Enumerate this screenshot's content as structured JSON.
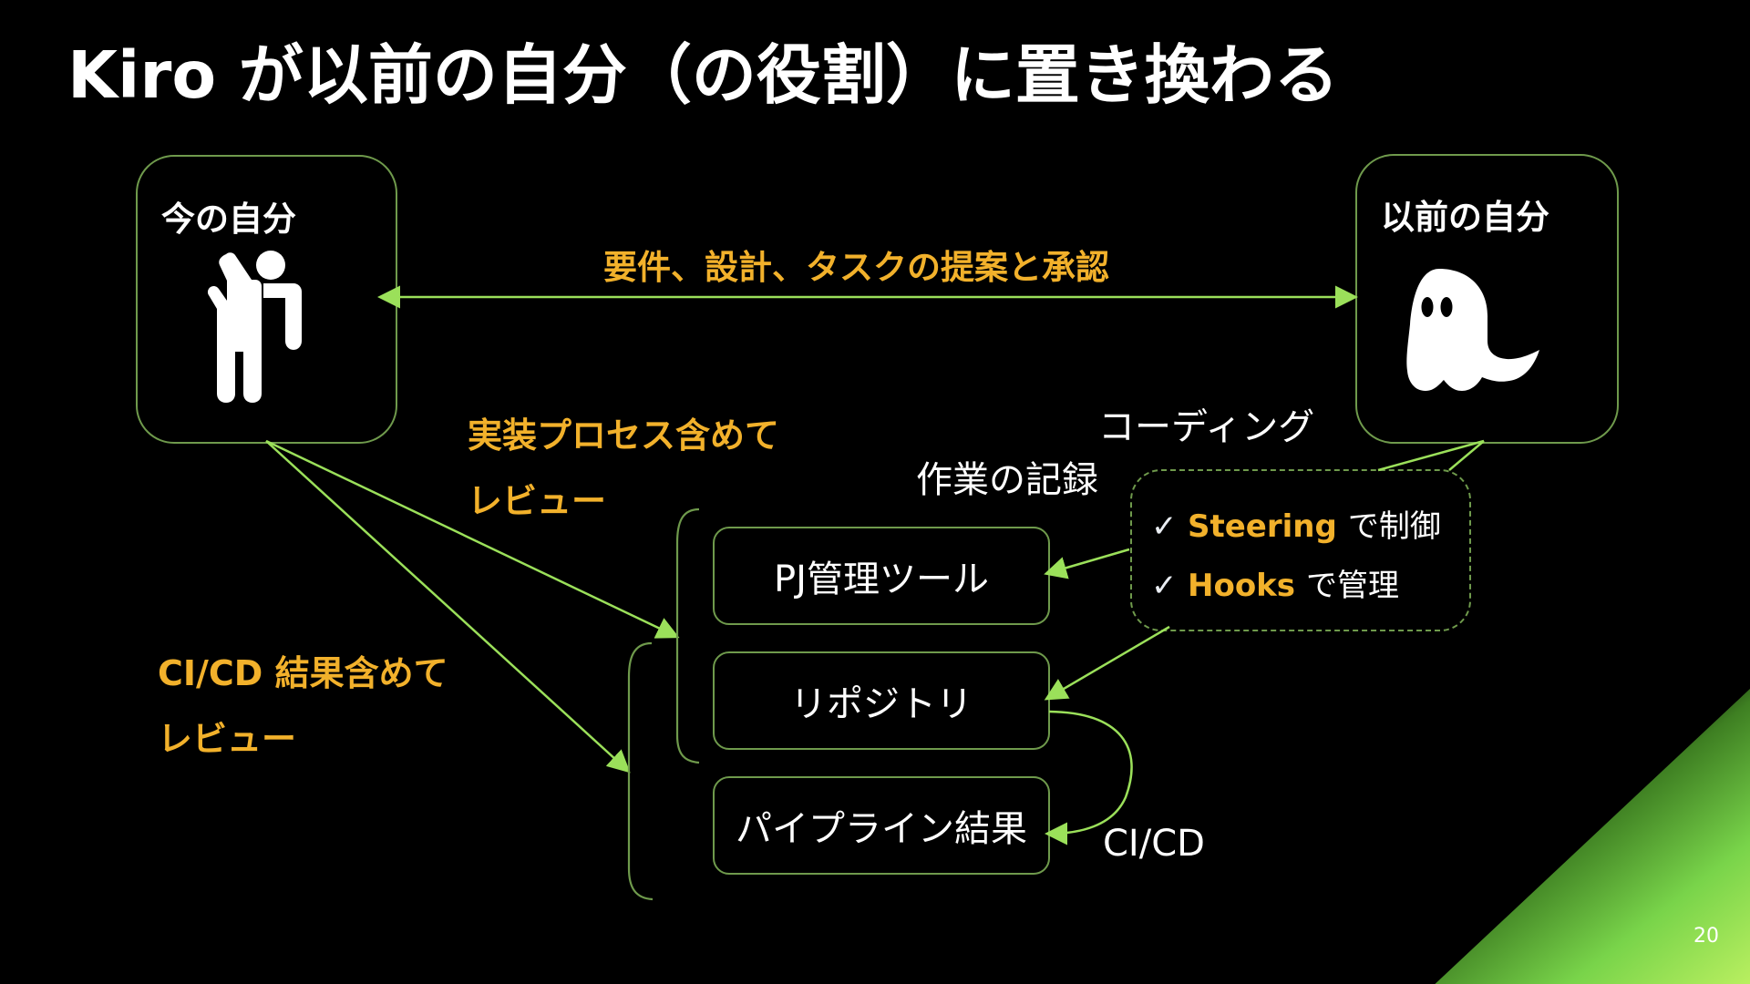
{
  "slide": {
    "title": "Kiro が以前の自分（の役割）に置き換わる",
    "page_number": "20"
  },
  "actors": {
    "current": {
      "label": "今の自分",
      "icon": "person-waving-icon"
    },
    "previous": {
      "label": "以前の自分",
      "icon": "ghost-icon"
    }
  },
  "labels": {
    "top_flow": "要件、設計、タスクの提案と承認",
    "review_process_line1": "実装プロセス含めて",
    "review_process_line2": "レビュー",
    "review_cicd_line1": "CI/CD 結果含めて",
    "review_cicd_line2": "レビュー",
    "coding": "コーディング",
    "work_record": "作業の記録",
    "cicd": "CI/CD"
  },
  "systems": {
    "pj_tool": "PJ管理ツール",
    "repository": "リポジトリ",
    "pipeline_result": "パイプライン結果"
  },
  "controls": {
    "items": [
      {
        "check": "✓",
        "emphasis": "Steering",
        "text": "で制御"
      },
      {
        "check": "✓",
        "emphasis": "Hooks",
        "text": "で管理"
      }
    ]
  },
  "colors": {
    "accent_green": "#6f9a4c",
    "bright_green": "#9be05a",
    "label_orange": "#f2b12b",
    "background": "#000000",
    "text": "#ffffff"
  }
}
